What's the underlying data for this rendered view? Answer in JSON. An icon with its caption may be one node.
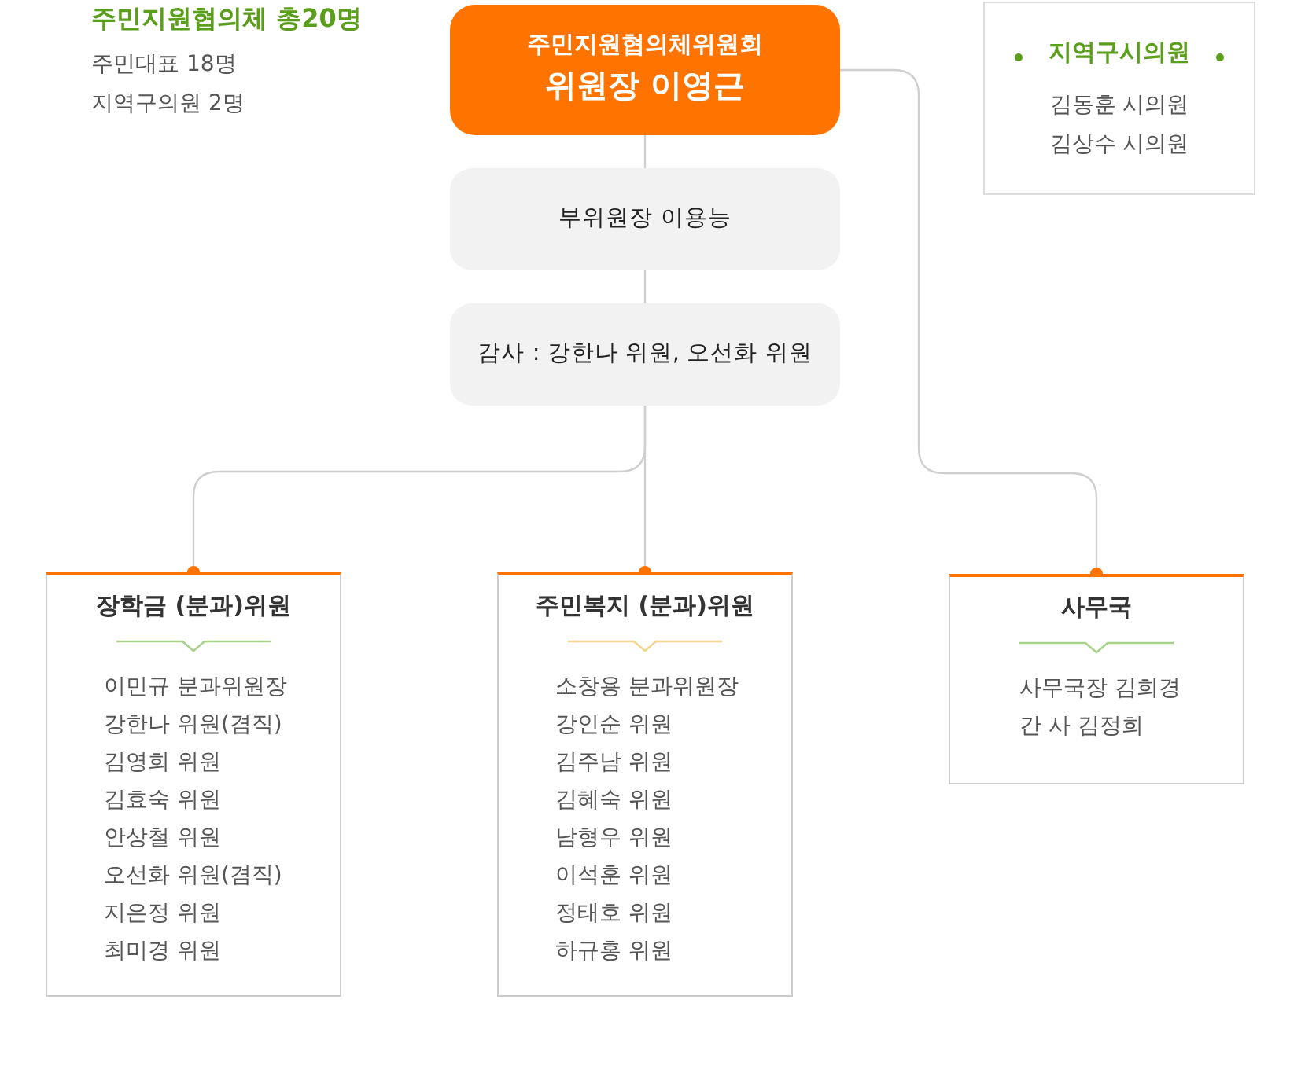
{
  "diagram": {
    "nodes": [
      {
        "text": [
          "주민지원협의체위원회",
          "위원장 이영근"
        ]
      },
      {
        "text": [
          "부위원장 이용능"
        ]
      },
      {
        "text": [
          "감사 : 강한나 위원, 오선화 위원"
        ]
      },
      {
        "text": [
          "장학금 (분과)위원",
          "이민규 분과위원장",
          "강한나 위원(겸직)",
          "김영희 위원",
          "김효숙 위원",
          "안상철 위원",
          "오선화 위원(겸직)",
          "지은정 위원",
          "최미경 위원"
        ]
      },
      {
        "text": [
          "주민복지 (분과)위원",
          "소창용 분과위원장",
          "강인순 위원",
          "김주남 위원",
          "김혜숙 위원",
          "남형우 위원",
          "이석훈 위원",
          "정태호 위원",
          "하규홍 위원"
        ]
      },
      {
        "text": [
          "사무국",
          "사무국장 김희경",
          "간 사 김정희"
        ]
      },
      {
        "text": [
          "지역구시의원",
          "김동훈 시의원",
          "김상수 시의원"
        ]
      }
    ],
    "edges": [
      {
        "from": 0,
        "to": 1,
        "arrow": "none"
      },
      {
        "from": 1,
        "to": 2,
        "arrow": "none"
      },
      {
        "from": 2,
        "to": 3,
        "arrow": "other"
      },
      {
        "from": 2,
        "to": 4,
        "arrow": "other"
      },
      {
        "from": 0,
        "to": 5,
        "arrow": "other"
      }
    ],
    "labels": [
      "주민지원협의체 총20명",
      "주민대표 18명",
      "지역구의원 2명"
    ]
  }
}
